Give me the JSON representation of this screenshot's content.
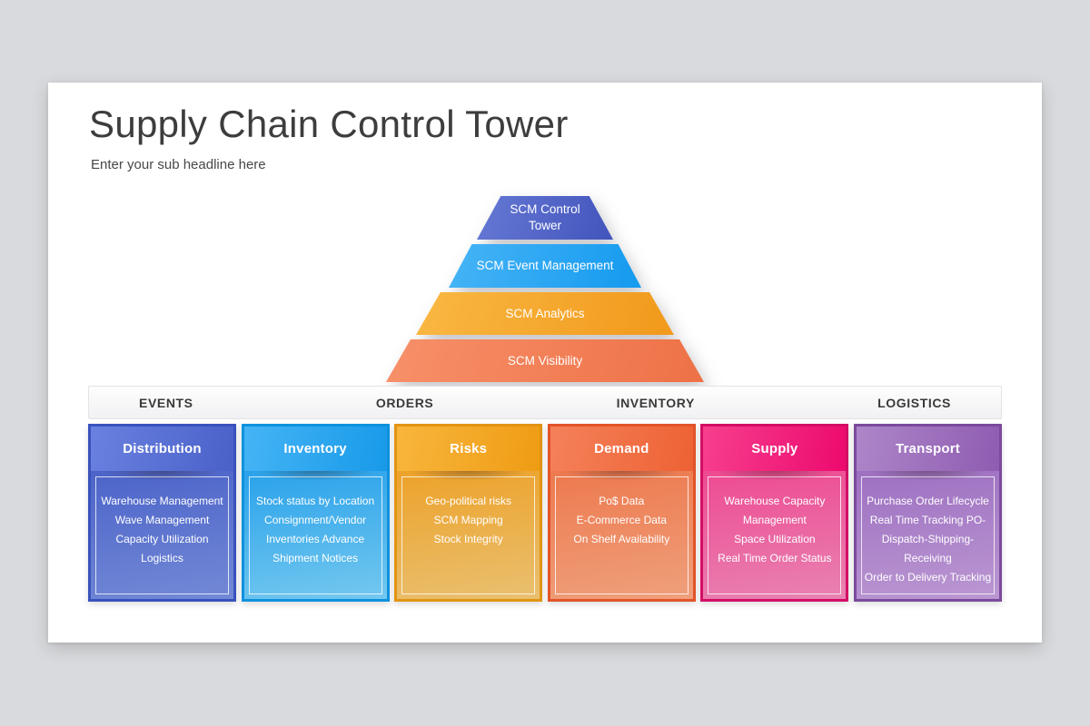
{
  "slide": {
    "title": "Supply Chain Control Tower",
    "subtitle": "Enter your sub headline here"
  },
  "pyramid": {
    "levels": [
      {
        "label": "SCM Control Tower",
        "colors": [
          "#6679d4",
          "#4254bc"
        ]
      },
      {
        "label": "SCM Event Management",
        "colors": [
          "#47b4f6",
          "#149aef"
        ]
      },
      {
        "label": "SCM Analytics",
        "colors": [
          "#f9b843",
          "#f1991b"
        ]
      },
      {
        "label": "SCM Visibility",
        "colors": [
          "#f79069",
          "#ee7147"
        ]
      }
    ]
  },
  "band": {
    "labels": [
      "EVENTS",
      "ORDERS",
      "INVENTORY",
      "LOGISTICS"
    ]
  },
  "cards": [
    {
      "title": "Distribution",
      "border": "#3a52bd",
      "header": [
        "#6a81e0",
        "#4a61c9"
      ],
      "body": [
        "#4c64c9",
        "#7389d6"
      ],
      "items": [
        "Warehouse Management",
        "Wave Management",
        "Capacity Utilization",
        "Logistics"
      ]
    },
    {
      "title": "Inventory",
      "border": "#0e92de",
      "header": [
        "#45b4f5",
        "#189ae9"
      ],
      "body": [
        "#2aa2ea",
        "#74c8ef"
      ],
      "items": [
        "Stock status by Location",
        "Consignment/Vendor",
        "Inventories Advance",
        "Shipment Notices"
      ]
    },
    {
      "title": "Risks",
      "border": "#e29413",
      "header": [
        "#f8b63c",
        "#ef9c14"
      ],
      "body": [
        "#eda22a",
        "#e9c070"
      ],
      "items": [
        "Geo-political risks",
        "SCM Mapping",
        "Stock Integrity"
      ]
    },
    {
      "title": "Demand",
      "border": "#e25429",
      "header": [
        "#f5815a",
        "#ed6234"
      ],
      "body": [
        "#ed794e",
        "#efa07c"
      ],
      "items": [
        "Po$ Data",
        "E-Commerce Data",
        "On Shelf Availability"
      ]
    },
    {
      "title": "Supply",
      "border": "#d30e65",
      "header": [
        "#f73f8e",
        "#ec0a6e"
      ],
      "body": [
        "#ee4a92",
        "#e883b2"
      ],
      "items": [
        "Warehouse Capacity Management",
        "Space Utilization",
        "Real Time Order Status"
      ]
    },
    {
      "title": "Transport",
      "border": "#7b4a9d",
      "header": [
        "#ad86c9",
        "#8f5cb1"
      ],
      "body": [
        "#9d70c1",
        "#bb97d2"
      ],
      "items": [
        "Purchase Order Lifecycle",
        "Real Time Tracking PO-Dispatch-Shipping-Receiving",
        "Order to Delivery Tracking"
      ]
    }
  ]
}
